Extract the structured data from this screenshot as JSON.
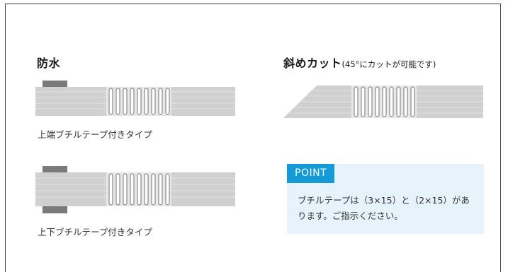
{
  "left": {
    "title": "防水",
    "item1_caption": "上端ブチルテープ付きタイプ",
    "item2_caption": "上下ブチルテープ付きタイプ"
  },
  "right": {
    "title": "斜めカット",
    "title_note": "(45°にカットが可能です)",
    "point": {
      "label": "POINT",
      "text": "ブチルテープは（3×15）と（2×15）があります。ご指示ください。"
    }
  },
  "colors": {
    "point_accent": "#149ad6",
    "point_background": "#e6f3fb",
    "strip_fill": "#cfcfcf",
    "butyl_tape": "#777777"
  }
}
